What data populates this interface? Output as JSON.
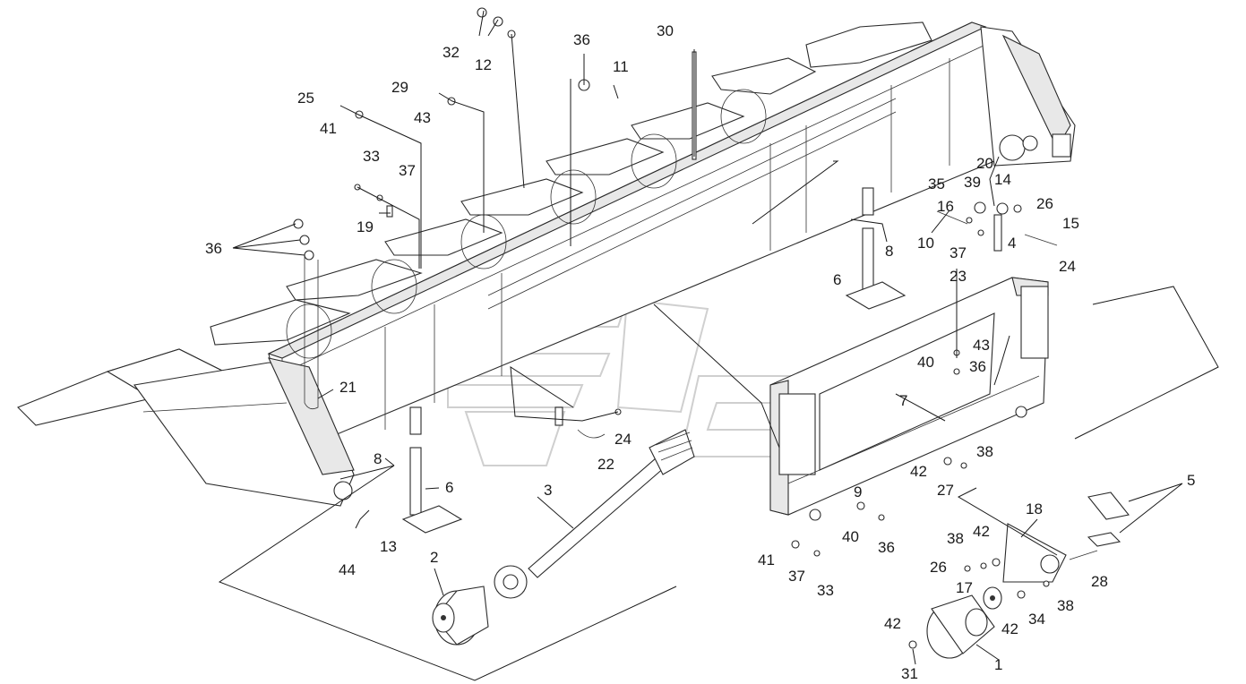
{
  "figure": {
    "callouts": [
      {
        "id": "c1",
        "text": "1"
      },
      {
        "id": "c2",
        "text": "2"
      },
      {
        "id": "c3",
        "text": "3"
      },
      {
        "id": "c4",
        "text": "4"
      },
      {
        "id": "c5",
        "text": "5"
      },
      {
        "id": "c6a",
        "text": "6"
      },
      {
        "id": "c6b",
        "text": "6"
      },
      {
        "id": "c7",
        "text": "7"
      },
      {
        "id": "c8a",
        "text": "8"
      },
      {
        "id": "c8b",
        "text": "8"
      },
      {
        "id": "c9",
        "text": "9"
      },
      {
        "id": "c10",
        "text": "10"
      },
      {
        "id": "c11",
        "text": "11"
      },
      {
        "id": "c12",
        "text": "12"
      },
      {
        "id": "c13",
        "text": "13"
      },
      {
        "id": "c14",
        "text": "14"
      },
      {
        "id": "c15",
        "text": "15"
      },
      {
        "id": "c16",
        "text": "16"
      },
      {
        "id": "c17",
        "text": "17"
      },
      {
        "id": "c18",
        "text": "18"
      },
      {
        "id": "c19",
        "text": "19"
      },
      {
        "id": "c20",
        "text": "20"
      },
      {
        "id": "c21",
        "text": "21"
      },
      {
        "id": "c22",
        "text": "22"
      },
      {
        "id": "c23",
        "text": "23"
      },
      {
        "id": "c24a",
        "text": "24"
      },
      {
        "id": "c24b",
        "text": "24"
      },
      {
        "id": "c25",
        "text": "25"
      },
      {
        "id": "c26a",
        "text": "26"
      },
      {
        "id": "c26b",
        "text": "26"
      },
      {
        "id": "c27",
        "text": "27"
      },
      {
        "id": "c28",
        "text": "28"
      },
      {
        "id": "c29",
        "text": "29"
      },
      {
        "id": "c30",
        "text": "30"
      },
      {
        "id": "c31",
        "text": "31"
      },
      {
        "id": "c32",
        "text": "32"
      },
      {
        "id": "c33a",
        "text": "33"
      },
      {
        "id": "c33b",
        "text": "33"
      },
      {
        "id": "c34",
        "text": "34"
      },
      {
        "id": "c35",
        "text": "35"
      },
      {
        "id": "c36a",
        "text": "36"
      },
      {
        "id": "c36b",
        "text": "36"
      },
      {
        "id": "c36c",
        "text": "36"
      },
      {
        "id": "c36d",
        "text": "36"
      },
      {
        "id": "c37a",
        "text": "37"
      },
      {
        "id": "c37b",
        "text": "37"
      },
      {
        "id": "c37c",
        "text": "37"
      },
      {
        "id": "c38a",
        "text": "38"
      },
      {
        "id": "c38b",
        "text": "38"
      },
      {
        "id": "c38c",
        "text": "38"
      },
      {
        "id": "c39",
        "text": "39"
      },
      {
        "id": "c40a",
        "text": "40"
      },
      {
        "id": "c40b",
        "text": "40"
      },
      {
        "id": "c41a",
        "text": "41"
      },
      {
        "id": "c41b",
        "text": "41"
      },
      {
        "id": "c42a",
        "text": "42"
      },
      {
        "id": "c42b",
        "text": "42"
      },
      {
        "id": "c42c",
        "text": "42"
      },
      {
        "id": "c42d",
        "text": "42"
      },
      {
        "id": "c43a",
        "text": "43"
      },
      {
        "id": "c43b",
        "text": "43"
      },
      {
        "id": "c44",
        "text": "44"
      }
    ]
  }
}
